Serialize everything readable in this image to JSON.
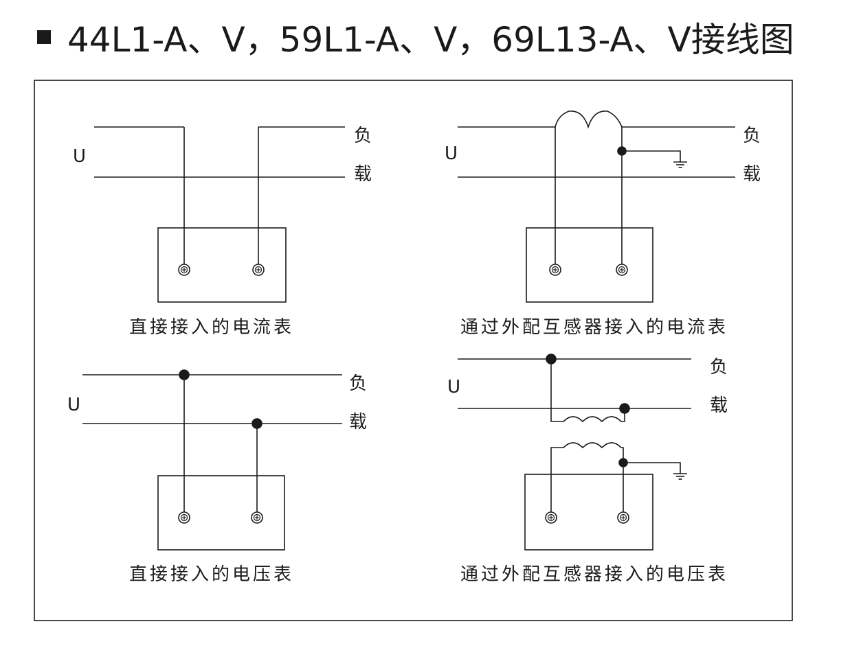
{
  "title": "44L1-A、V，59L1-A、V，69L13-A、V接线图",
  "labels": {
    "source": "U",
    "load_top": "负",
    "load_bottom": "载"
  },
  "captions": {
    "direct_current": "直接接入的电流表",
    "transformer_current": "通过外配互感器接入的电流表",
    "direct_voltage": "直接接入的电压表",
    "transformer_voltage": "通过外配互感器接入的电压表"
  },
  "colors": {
    "line": "#1a1a1a",
    "background": "#ffffff"
  }
}
